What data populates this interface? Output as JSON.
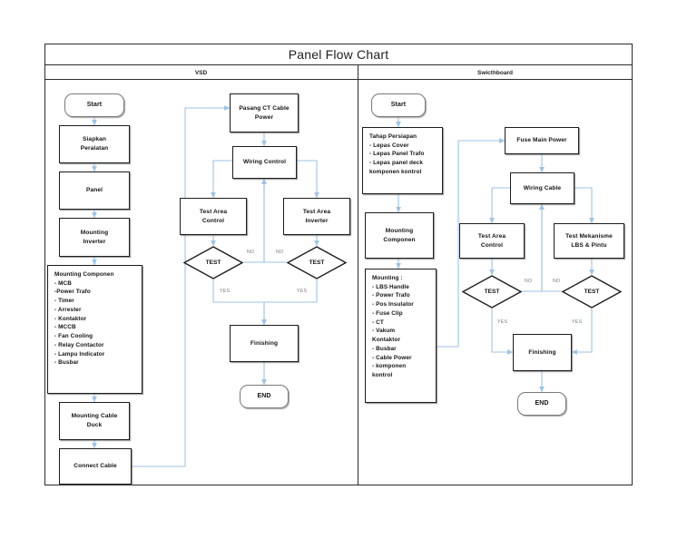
{
  "document": {
    "title": "Panel Flow Chart",
    "columns": [
      {
        "id": "vsd",
        "label": "VSD"
      },
      {
        "id": "switchboard",
        "label": "Swicthboard"
      }
    ],
    "colors": {
      "connector": "#9DC3E6",
      "node_border": "#1C1C1C",
      "terminal_border": "#7A7A7A",
      "frame_border": "#2B2B2B",
      "edge_label": "#7A7A7A",
      "background": "#FFFFFF"
    }
  },
  "vsd": {
    "start": "Start",
    "siapkan_peralatan": "Siapkan\nPeralatan",
    "panel": "Panel",
    "mounting_inverter": "Mounting\nInverter",
    "mounting_componen": {
      "heading": "Mounting Componen",
      "items": [
        "- MCB",
        "-Power Trafo",
        "- Timer",
        "- Arrester",
        "- Kontaktor",
        "- MCCB",
        "- Fan Cooling",
        "- Relay Contactor",
        "- Lampu Indicator",
        "- Busbar"
      ]
    },
    "mounting_cable_duck": "Mounting Cable\nDuck",
    "connect_cable": "Connect Cable",
    "pasang_ct_cable_power": "Pasang CT Cable\nPower",
    "wiring_control": "Wiring Control",
    "test_area_control": "Test Area\nControl",
    "test_area_inverter": "Test Area\nInverter",
    "test_left": "TEST",
    "test_right": "TEST",
    "no_left": "NO",
    "no_right": "NO",
    "yes_left": "YES",
    "yes_right": "YES",
    "finishing": "Finishing",
    "end": "END"
  },
  "switchboard": {
    "start": "Start",
    "tahap_persiapan": {
      "heading": "Tahap Persiapan",
      "items": [
        "- Lepas Cover",
        "- Lepas Panel Trafo",
        "- Lepas panel deck",
        "komponen kontrol"
      ]
    },
    "mounting_componen": "Mounting\nComponen",
    "mounting_list": {
      "heading": "Mounting :",
      "items": [
        "- LBS Handle",
        "- Power Trafo",
        "- Pos Insulator",
        "- Fuse Clip",
        "- CT",
        "- Vakum",
        "Kontaktor",
        "- Busbar",
        "- Cable Power",
        "- komponen",
        "kontrol"
      ]
    },
    "fuse_main_power": "Fuse Main Power",
    "wiring_cable": "Wiring Cable",
    "test_area_control": "Test Area\nControl",
    "test_mekanisme": "Test Mekanisme\nLBS & Pintu",
    "test_left": "TEST",
    "test_right": "TEST",
    "no_left": "NO",
    "no_right": "NO",
    "yes_left": "YES",
    "yes_right": "YES",
    "finishing": "Finishing",
    "end": "END"
  }
}
